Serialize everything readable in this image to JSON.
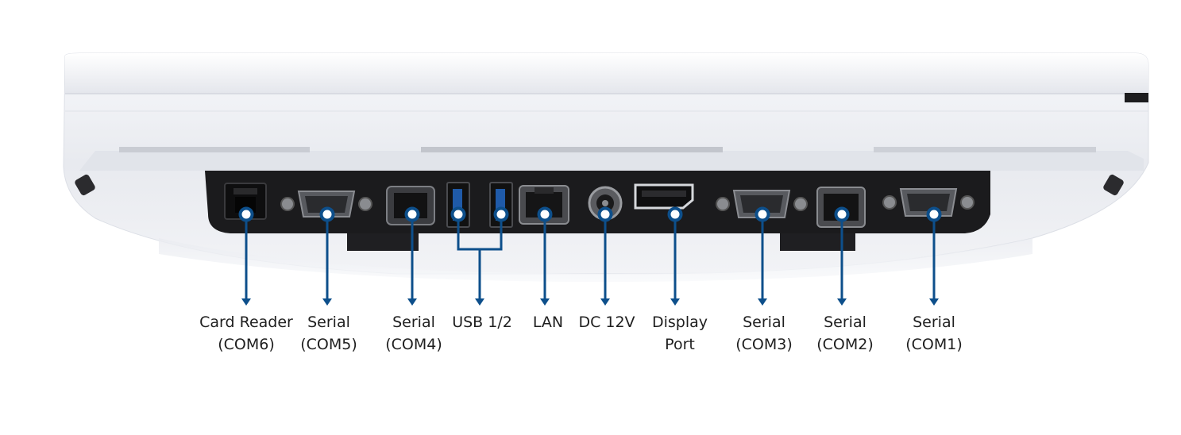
{
  "colors": {
    "callout": "#0d4f8b",
    "device_shell": "#eef0f4",
    "port_panel": "#1b1b1d",
    "label_text": "#1f1f1f"
  },
  "ports": [
    {
      "id": "card-reader",
      "lines": [
        "Card Reader",
        "(COM6)"
      ],
      "icon": "rj-small-jack-icon"
    },
    {
      "id": "com5",
      "lines": [
        "Serial",
        "(COM5)"
      ],
      "icon": "db9-serial-icon"
    },
    {
      "id": "com4",
      "lines": [
        "Serial",
        "(COM4)"
      ],
      "icon": "rj-jack-icon"
    },
    {
      "id": "usb",
      "lines": [
        "USB 1/2"
      ],
      "icon": "usb-icon"
    },
    {
      "id": "lan",
      "lines": [
        "LAN"
      ],
      "icon": "ethernet-icon"
    },
    {
      "id": "dc",
      "lines": [
        "DC 12V"
      ],
      "icon": "dc-barrel-icon"
    },
    {
      "id": "dp",
      "lines": [
        "Display",
        "Port"
      ],
      "icon": "displayport-icon"
    },
    {
      "id": "com3",
      "lines": [
        "Serial",
        "(COM3)"
      ],
      "icon": "db9-serial-icon"
    },
    {
      "id": "com2",
      "lines": [
        "Serial",
        "(COM2)"
      ],
      "icon": "rj-jack-icon"
    },
    {
      "id": "com1",
      "lines": [
        "Serial",
        "(COM1)"
      ],
      "icon": "db9-serial-icon"
    }
  ]
}
